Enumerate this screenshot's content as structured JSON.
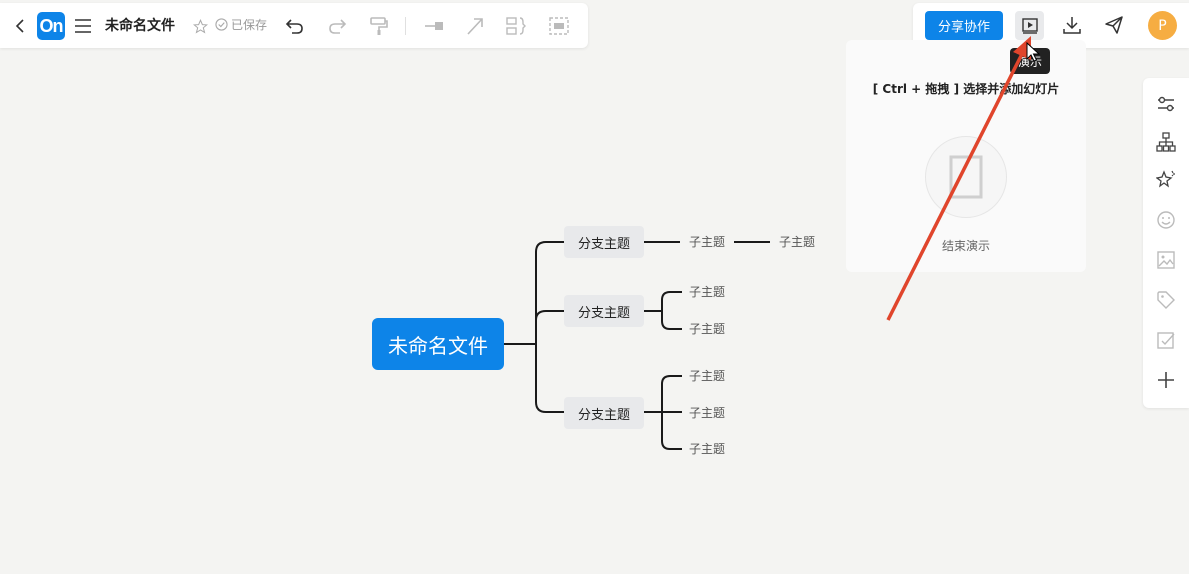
{
  "colors": {
    "accent": "#0d84e8",
    "avatar": "#f6ad42",
    "arrow": "#e0452c",
    "branch_bg": "#e8e9eb"
  },
  "toolbar": {
    "back_icon": "chevron-left-icon",
    "logo_text": "On",
    "menu_icon": "menu-icon",
    "doc_title": "未命名文件",
    "star_icon": "star-icon",
    "saved_text": "已保存",
    "undo_icon": "undo-icon",
    "redo_icon": "redo-icon",
    "format_painter_icon": "format-painter-icon",
    "relation_icon": "relation-line-icon",
    "arrow_icon": "arrow-icon",
    "summary_icon": "summary-icon",
    "boundary_icon": "boundary-icon"
  },
  "right_toolbar": {
    "share_label": "分享协作",
    "present_icon": "presentation-icon",
    "download_icon": "download-icon",
    "send_icon": "send-icon",
    "avatar_letter": "P"
  },
  "tooltip": "演示",
  "present_panel": {
    "hint": "[ Ctrl + 拖拽 ] 选择并添加幻灯片",
    "end_label": "结束演示"
  },
  "right_sidebar": [
    {
      "icon": "style-settings-icon",
      "enabled": true
    },
    {
      "icon": "structure-icon",
      "enabled": true
    },
    {
      "icon": "theme-magic-icon",
      "enabled": true
    },
    {
      "icon": "emoji-icon",
      "enabled": false
    },
    {
      "icon": "image-icon",
      "enabled": false
    },
    {
      "icon": "tag-icon",
      "enabled": false
    },
    {
      "icon": "note-icon",
      "enabled": false
    },
    {
      "icon": "plus-icon",
      "enabled": true
    }
  ],
  "mindmap": {
    "root": "未命名文件",
    "branches": [
      {
        "label": "分支主题",
        "children": [
          "子主题"
        ],
        "grandchildren": [
          "子主题"
        ]
      },
      {
        "label": "分支主题",
        "children": [
          "子主题",
          "子主题"
        ]
      },
      {
        "label": "分支主题",
        "children": [
          "子主题",
          "子主题",
          "子主题"
        ]
      }
    ]
  }
}
